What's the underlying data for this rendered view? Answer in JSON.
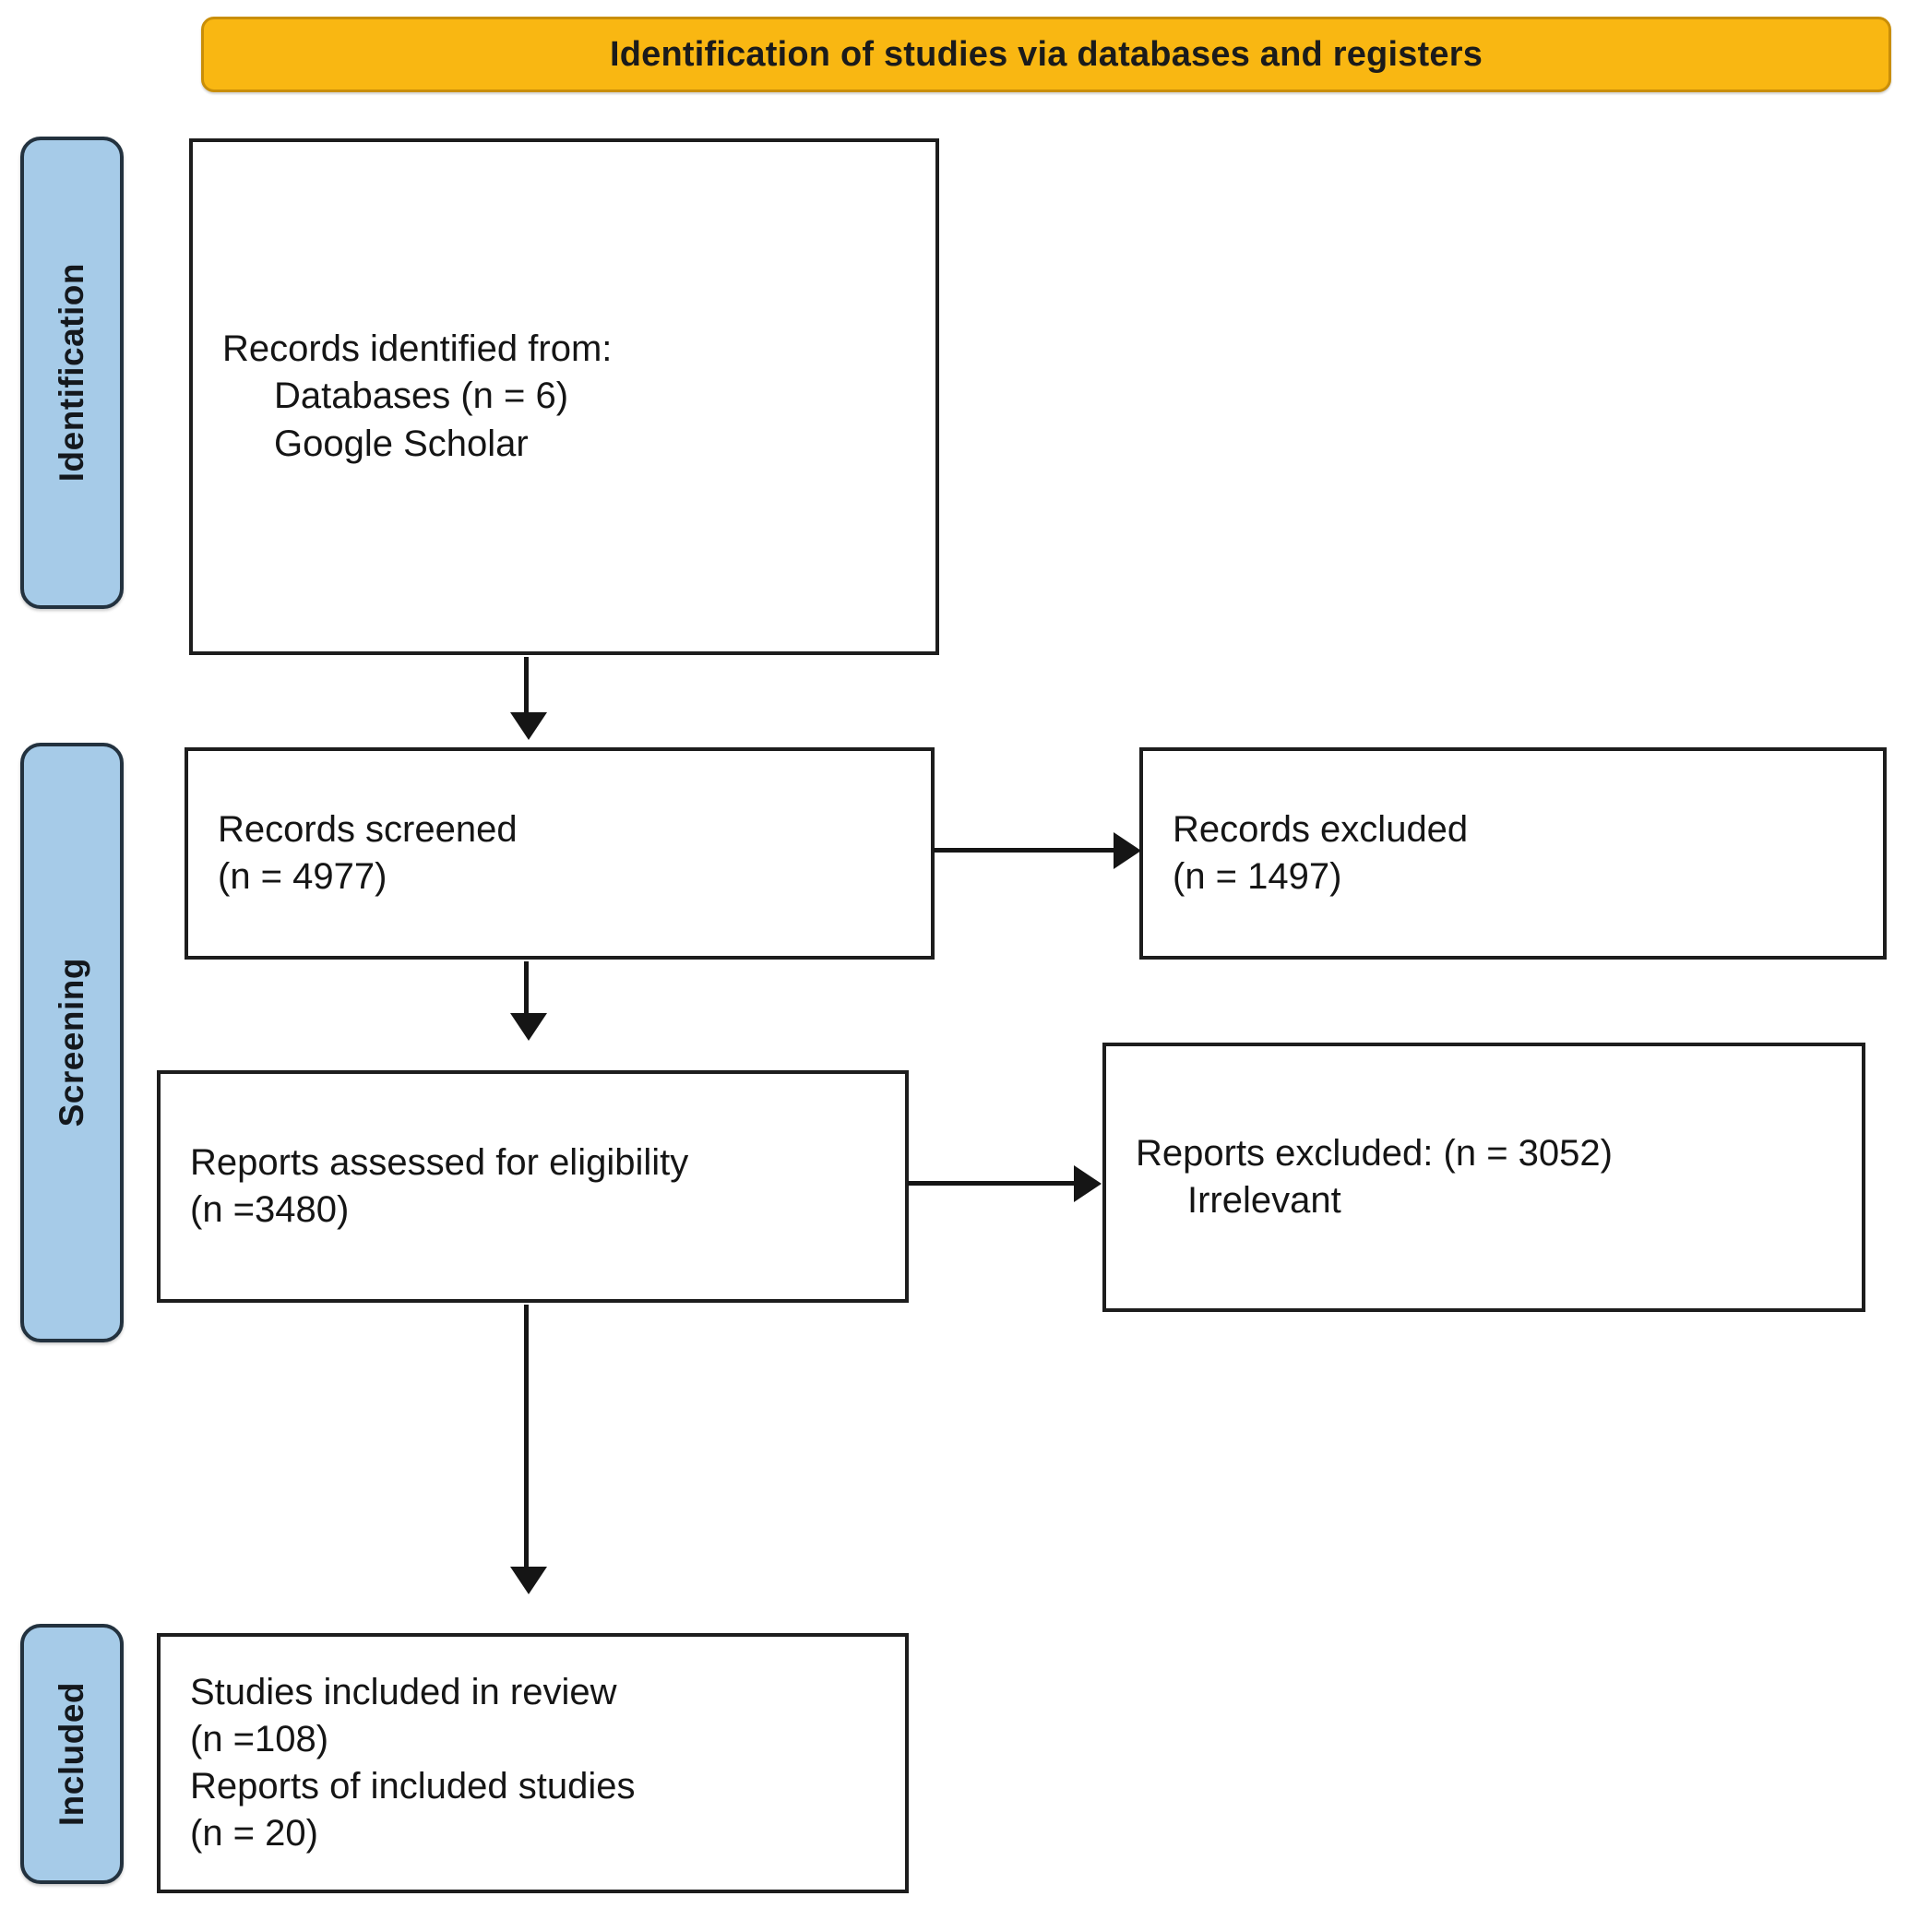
{
  "header": {
    "title": "Identification of studies via databases and registers"
  },
  "stages": [
    {
      "id": "identification",
      "label": "Identification"
    },
    {
      "id": "screening",
      "label": "Screening"
    },
    {
      "id": "included",
      "label": "Included"
    }
  ],
  "boxes": {
    "identified": {
      "line1": "Records identified from:",
      "line2": "Databases (n = 6)",
      "line3": "Google Scholar"
    },
    "screened": {
      "line1": "Records screened",
      "line2": "(n = 4977)"
    },
    "records_excluded": {
      "line1": "Records excluded",
      "line2": "(n = 1497)"
    },
    "eligibility": {
      "line1": "Reports assessed for eligibility",
      "line2": "(n =3480)"
    },
    "reports_excluded": {
      "line1": "Reports excluded: (n = 3052)",
      "line2": "Irrelevant"
    },
    "included": {
      "line1": "Studies included in review",
      "line2": "(n =108)",
      "line3": "Reports of included studies",
      "line4": "(n = 20)"
    }
  },
  "colors": {
    "banner_fill": "#F9B712",
    "banner_border": "#C98E08",
    "stage_fill": "#A6CBE8",
    "stage_border": "#23323F",
    "box_border": "#1D1D1D",
    "text": "#151515"
  },
  "chart_data": {
    "type": "diagram",
    "title": "Identification of studies via databases and registers",
    "nodes": [
      {
        "id": "identified",
        "stage": "Identification",
        "label": "Records identified from: Databases (n = 6) Google Scholar",
        "n": 6
      },
      {
        "id": "screened",
        "stage": "Screening",
        "label": "Records screened",
        "n": 4977
      },
      {
        "id": "records_excluded",
        "stage": "Screening",
        "label": "Records excluded",
        "n": 1497
      },
      {
        "id": "eligibility",
        "stage": "Screening",
        "label": "Reports assessed for eligibility",
        "n": 3480
      },
      {
        "id": "reports_excluded",
        "stage": "Screening",
        "label": "Reports excluded: Irrelevant",
        "n": 3052
      },
      {
        "id": "included_studies",
        "stage": "Included",
        "label": "Studies included in review",
        "n": 108
      },
      {
        "id": "included_reports",
        "stage": "Included",
        "label": "Reports of included studies",
        "n": 20
      }
    ],
    "edges": [
      {
        "from": "identified",
        "to": "screened",
        "direction": "down"
      },
      {
        "from": "screened",
        "to": "records_excluded",
        "direction": "right"
      },
      {
        "from": "screened",
        "to": "eligibility",
        "direction": "down"
      },
      {
        "from": "eligibility",
        "to": "reports_excluded",
        "direction": "right"
      },
      {
        "from": "eligibility",
        "to": "included_studies",
        "direction": "down"
      }
    ]
  }
}
